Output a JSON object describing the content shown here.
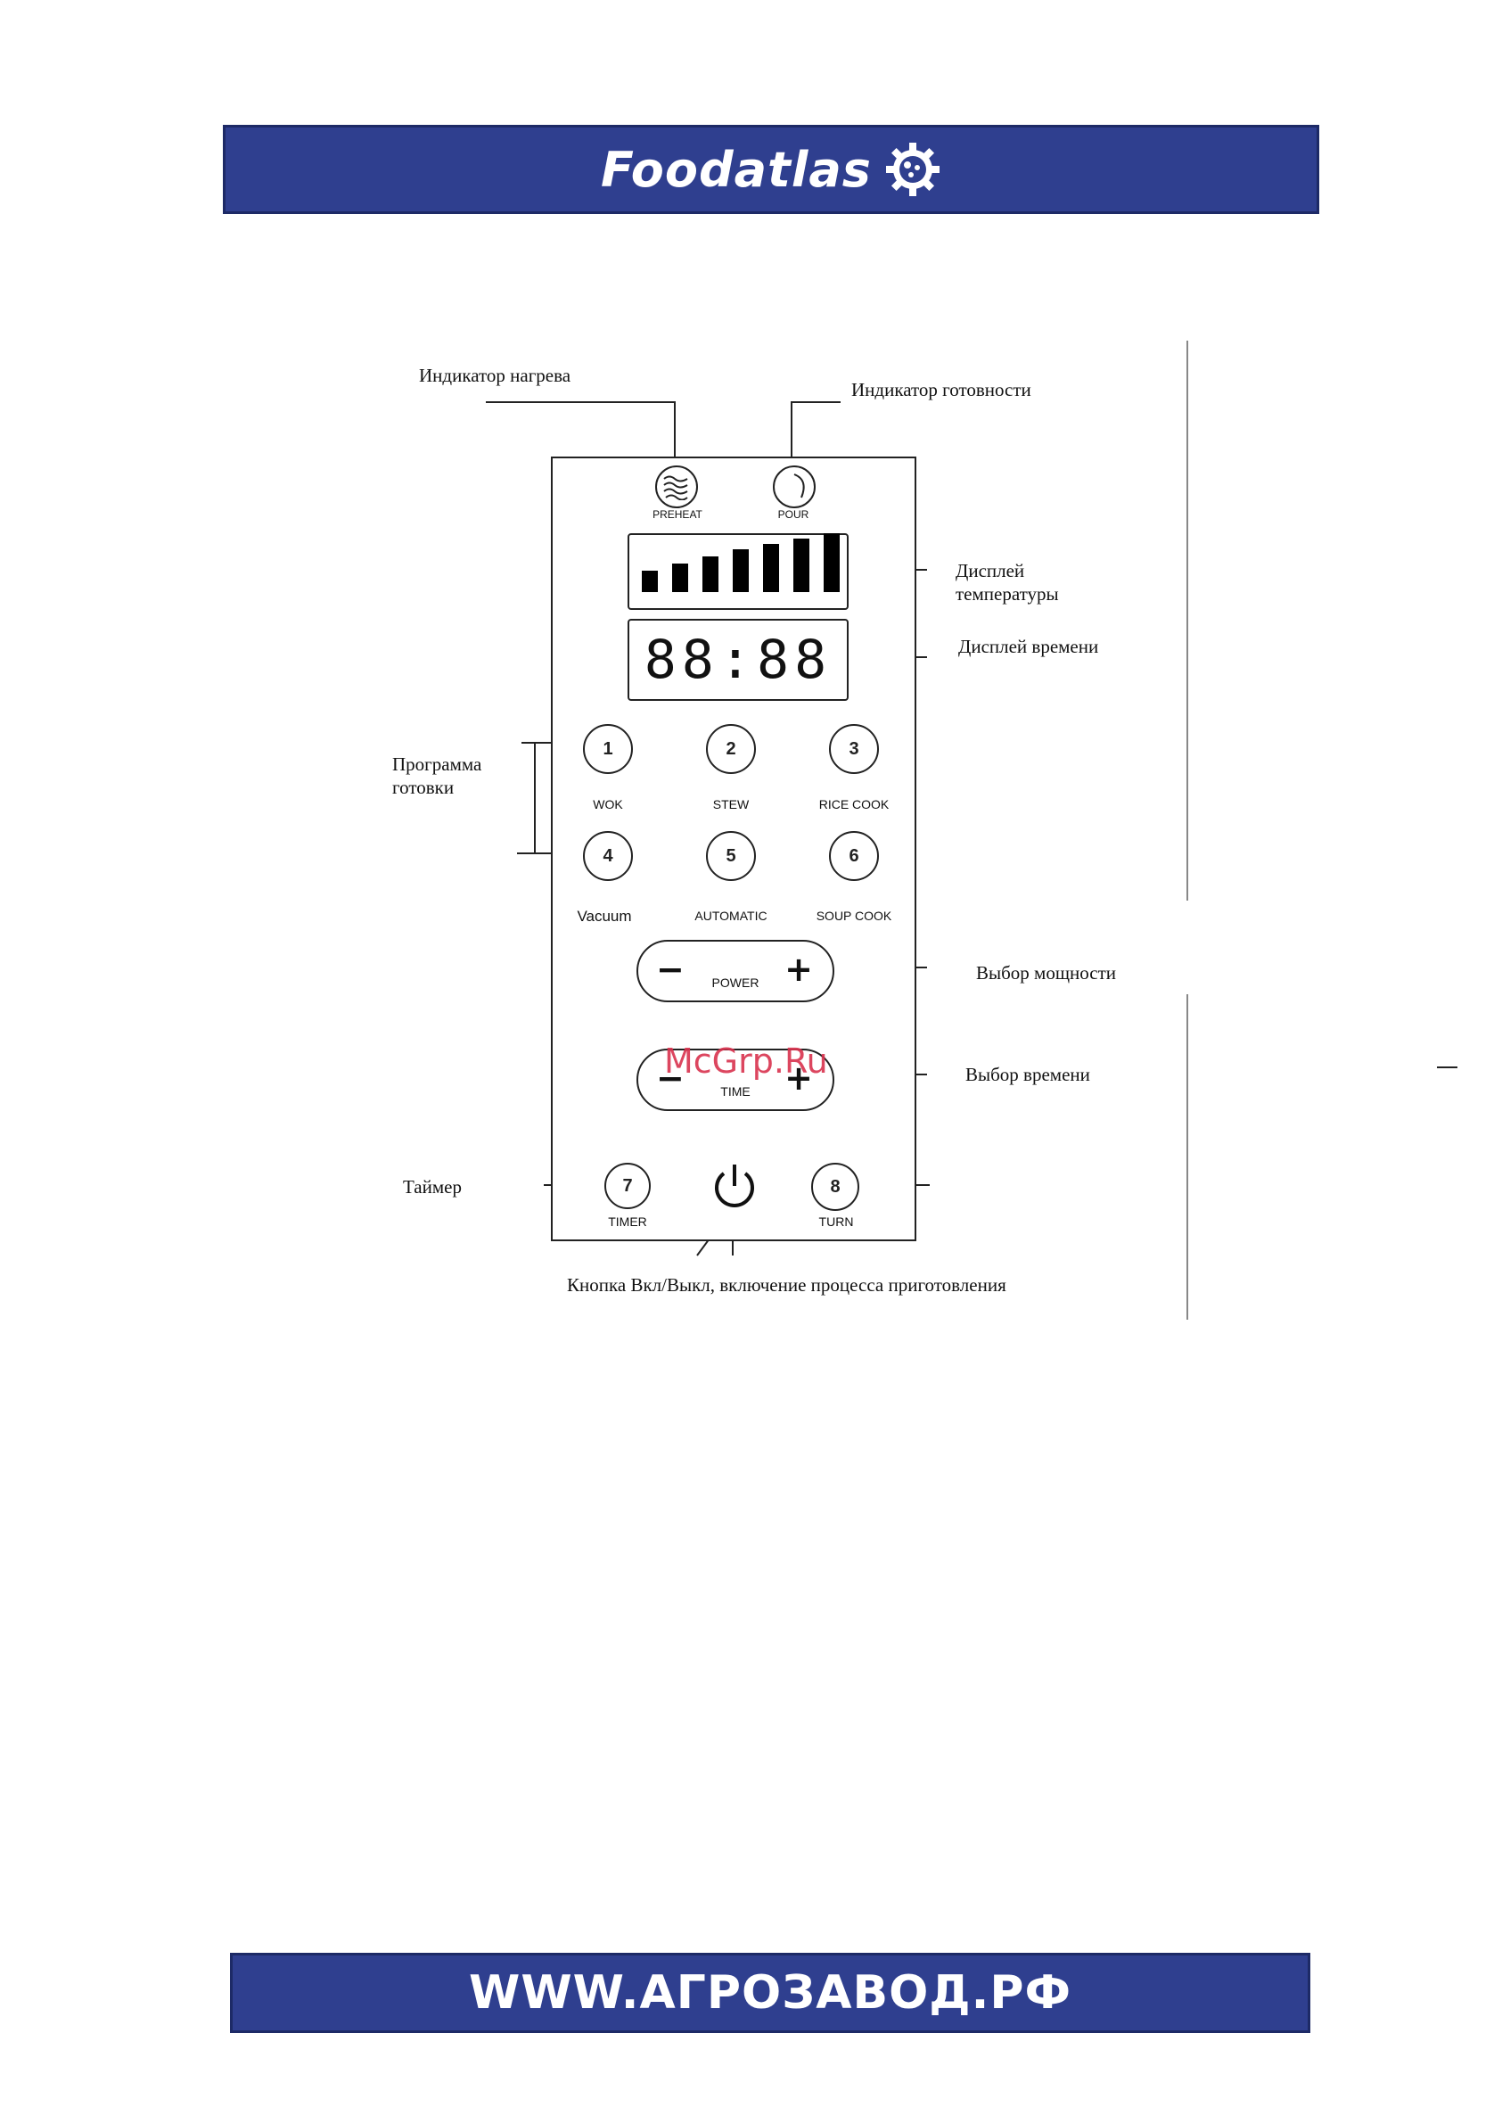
{
  "header": {
    "brand": "Foodatlas",
    "logo_icon": "gear-logo-icon"
  },
  "footer": {
    "url": "WWW.АГРОЗАВОД.РФ"
  },
  "callouts": {
    "heat_indicator": "Индикатор нагрева",
    "ready_indicator": "Индикатор готовности",
    "temp_display_1": "Дисплей",
    "temp_display_2": "температуры",
    "time_display": "Дисплей времени",
    "program_1": "Программа",
    "program_2": "готовки",
    "power_select": "Выбор мощности",
    "time_select": "Выбор времени",
    "timer": "Таймер",
    "power_button": "Кнопка Вкл/Выкл, включение процесса приготовления"
  },
  "panel": {
    "preheat_label": "PREHEAT",
    "pour_label": "POUR",
    "temperature_levels": 7,
    "time_display": "88:88",
    "programs": [
      {
        "number": "1",
        "label": "WOK"
      },
      {
        "number": "2",
        "label": "STEW"
      },
      {
        "number": "3",
        "label": "RICE COOK"
      },
      {
        "number": "4",
        "label": "Vacuum"
      },
      {
        "number": "5",
        "label": "AUTOMATIC"
      },
      {
        "number": "6",
        "label": "SOUP COOK"
      }
    ],
    "power": {
      "minus": "−",
      "plus": "+",
      "label": "POWER"
    },
    "time": {
      "minus": "−",
      "plus": "+",
      "label": "TIME"
    },
    "timer_button": {
      "number": "7",
      "label": "TIMER"
    },
    "turn_button": {
      "number": "8",
      "label": "TURN"
    }
  },
  "watermark": "McGrp.Ru",
  "colors": {
    "banner": "#2f3f8f",
    "watermark": "#d9324e"
  }
}
